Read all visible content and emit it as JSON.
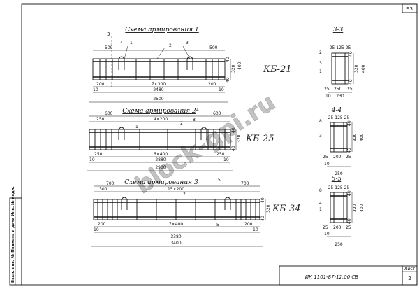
{
  "page": {
    "number": "93",
    "sheet_label": "Лист",
    "sheet_number": "2",
    "doc_code": "ИК 1101-87-12.00 СБ"
  },
  "stamp_column": "Взам. инв. №    Подпись и дата    Инв. № подл.",
  "watermark": "block-gpi.ru",
  "schemes": [
    {
      "title": "Схема армирования 1",
      "mark": "КБ-21",
      "section": "3",
      "top_dims": [
        "500",
        "1",
        "4",
        "2",
        "3",
        "500"
      ],
      "bottom_dims": [
        "200",
        "7×300",
        "200"
      ],
      "side_dims": [
        "40",
        "320",
        "40"
      ],
      "total_inner": "2480",
      "total_outer": "2500",
      "edge": "10",
      "edge_r": "10"
    },
    {
      "title": "Схема армирования 2",
      "mark": "КБ-25",
      "section": "4",
      "top_dims": [
        "600",
        "250",
        "4×200",
        "1",
        "2",
        "4",
        "8",
        "600"
      ],
      "bottom_dims": [
        "250",
        "6×400",
        "250"
      ],
      "side_dims": [
        "40",
        "320",
        "40"
      ],
      "total_inner": "2880",
      "total_outer": "2900",
      "edge": "10",
      "edge_r": "10"
    },
    {
      "title": "Схема армирования 3",
      "mark": "КБ-34",
      "section": "5",
      "top_dims": [
        "700",
        "300",
        "15×200",
        "5",
        "2",
        "700"
      ],
      "bottom_dims": [
        "200",
        "7×400",
        "200"
      ],
      "side_dims": [
        "40",
        "320",
        "40"
      ],
      "total_inner": "3380",
      "total_outer": "3400",
      "edge": "10",
      "edge_r": "10"
    }
  ],
  "sections": [
    {
      "label": "3-3",
      "top": "25 125 25",
      "side_left": "2",
      "side_mid": "3",
      "side_low": "1",
      "heights": [
        "40",
        "320",
        "40"
      ],
      "total_h": "400",
      "widths": [
        "25",
        "250",
        "25"
      ],
      "base": "230",
      "base_t": "10"
    },
    {
      "label": "4-4",
      "top": "25 125 25",
      "side_left": "8",
      "side_mid": "3",
      "side_low": "",
      "heights": [
        "40",
        "320",
        "40"
      ],
      "total_h": "400",
      "widths": [
        "25",
        "200",
        "25"
      ],
      "base": "250",
      "base_t": "10"
    },
    {
      "label": "5-5",
      "top": "25 125 25",
      "side_left": "8",
      "side_mid": "4",
      "side_low": "1",
      "heights": [
        "40",
        "320",
        "40"
      ],
      "total_h": "400",
      "widths": [
        "25",
        "200",
        "25"
      ],
      "base": "250",
      "base_t": "10"
    }
  ]
}
